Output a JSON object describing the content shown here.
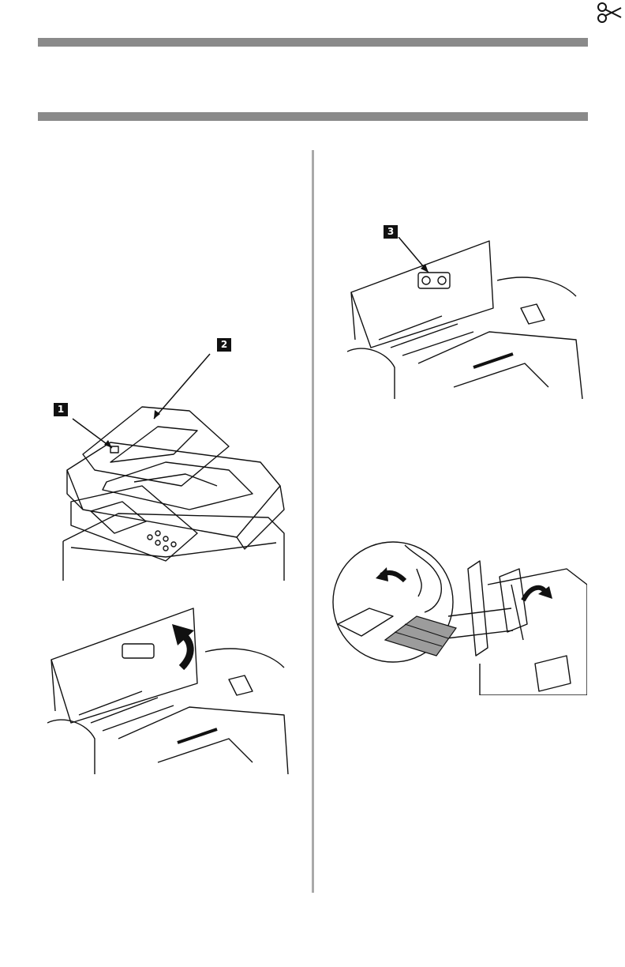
{
  "callouts": {
    "c1": "1",
    "c2": "2",
    "c3": "3"
  },
  "colors": {
    "rule": "#8a8a8a",
    "divider": "#a9a9a9",
    "paper_jam": "#9c9c9c"
  },
  "figures": [
    {
      "icon": "mfp-printer-overview"
    },
    {
      "icon": "adf-cover-open-arrow"
    },
    {
      "icon": "adf-roller-location"
    },
    {
      "icon": "adf-remove-jammed-paper"
    }
  ]
}
